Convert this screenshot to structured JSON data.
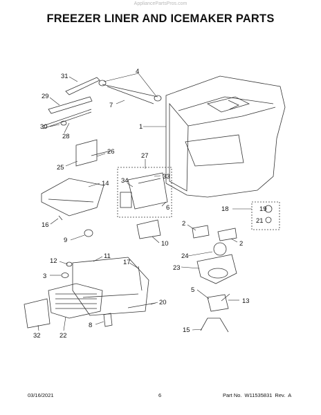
{
  "watermark": "AppliancePartsPros.com",
  "title": "FREEZER LINER AND ICEMAKER PARTS",
  "footer": {
    "date": "03/16/2021",
    "page": "6",
    "part_label": "Part No.",
    "part_number": "W11535831",
    "rev_label": "Rev.",
    "rev": "A"
  },
  "callouts": [
    "31",
    "4",
    "29",
    "7",
    "1",
    "30",
    "28",
    "26",
    "25",
    "27",
    "33",
    "34",
    "14",
    "6",
    "18",
    "19",
    "21",
    "2",
    "2",
    "16",
    "9",
    "10",
    "24",
    "12",
    "11",
    "17",
    "23",
    "3",
    "5",
    "13",
    "20",
    "8",
    "15",
    "32",
    "22"
  ]
}
